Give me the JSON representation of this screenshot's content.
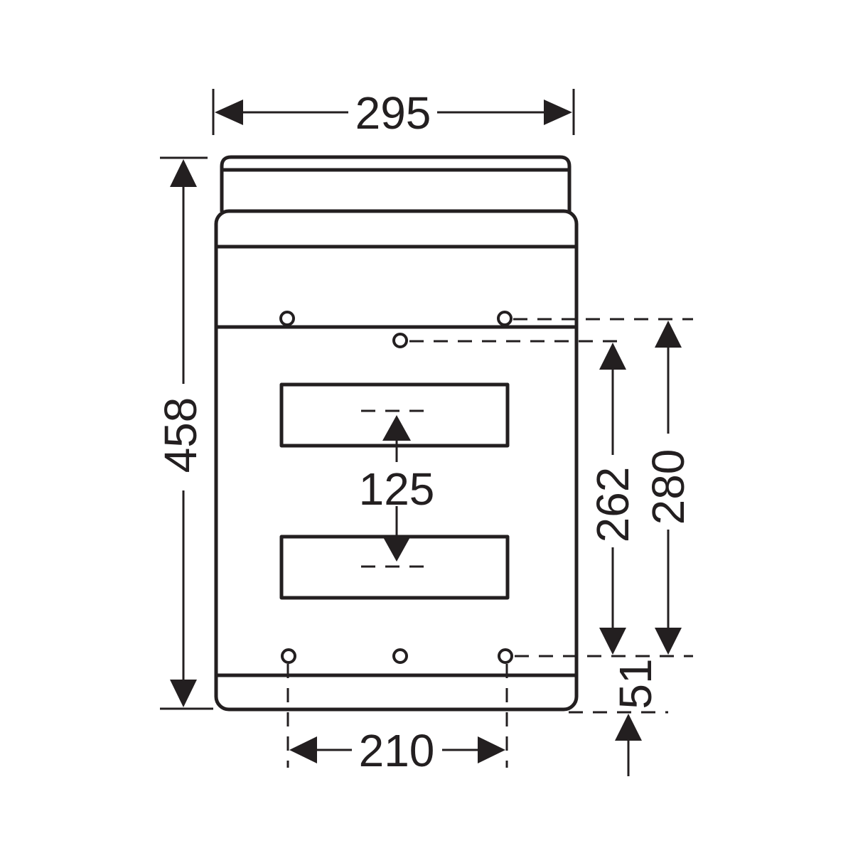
{
  "dimensions": {
    "overall_width": "295",
    "overall_height": "458",
    "window_pitch": "125",
    "hole_spacing_inner": "262",
    "hole_spacing_outer": "280",
    "bottom_offset": "51",
    "hole_spacing_horizontal": "210"
  },
  "colors": {
    "line": "#231f20",
    "background": "#ffffff"
  }
}
